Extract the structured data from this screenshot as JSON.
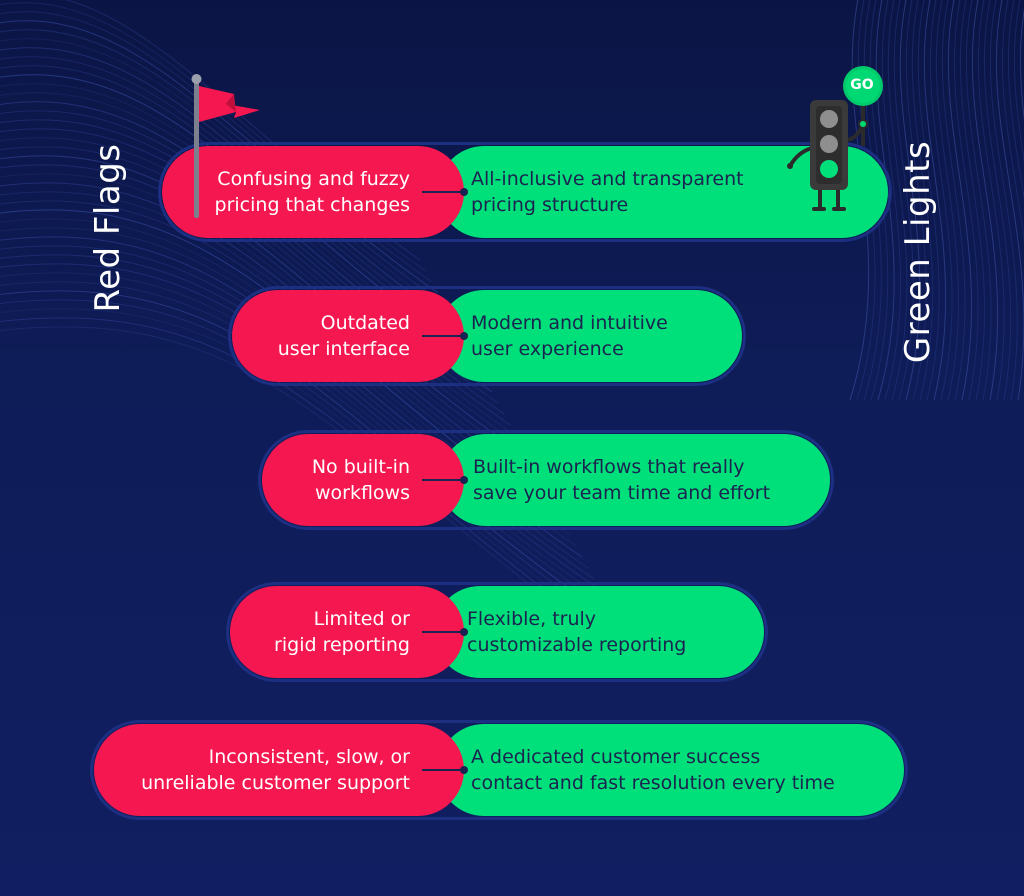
{
  "titles": {
    "left": "Red Flags",
    "right": "Green Lights"
  },
  "sign": {
    "go_label": "GO"
  },
  "colors": {
    "background": "#0e1c58",
    "red": "#f5174f",
    "green": "#00e07a",
    "text_dark": "#1b2350"
  },
  "icons": {
    "flag": "red-flag-icon",
    "traffic_light": "traffic-light-mascot-icon"
  },
  "rows": [
    {
      "red": [
        "Confusing and fuzzy",
        "pricing that changes"
      ],
      "green": [
        "All-inclusive and transparent",
        "pricing structure"
      ]
    },
    {
      "red": [
        "Outdated",
        "user interface"
      ],
      "green": [
        "Modern and intuitive",
        "user experience"
      ]
    },
    {
      "red": [
        "No built-in",
        "workflows"
      ],
      "green": [
        "Built-in workflows that really",
        "save your team time and effort"
      ]
    },
    {
      "red": [
        "Limited or",
        "rigid reporting"
      ],
      "green": [
        "Flexible, truly",
        "customizable reporting"
      ]
    },
    {
      "red": [
        "Inconsistent, slow, or",
        "unreliable customer support"
      ],
      "green": [
        "A dedicated customer success",
        "contact and fast resolution every time"
      ]
    }
  ]
}
